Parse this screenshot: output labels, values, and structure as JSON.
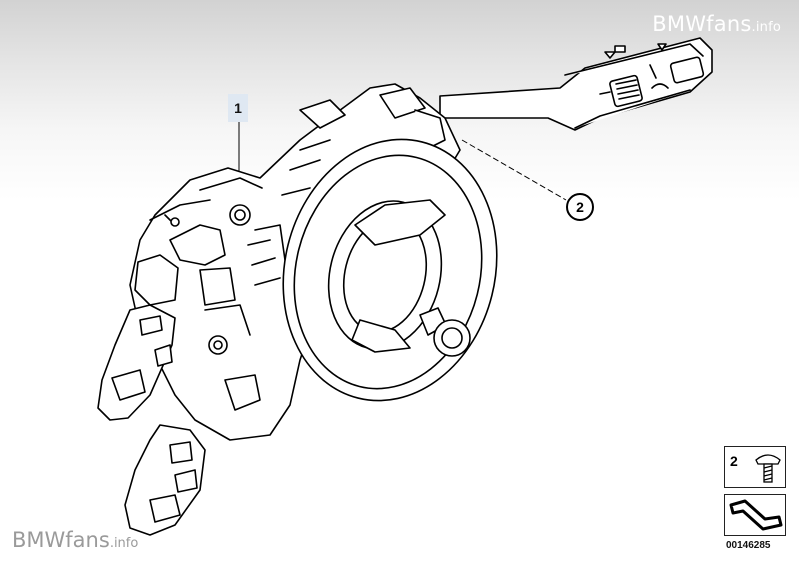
{
  "watermark_top": {
    "brand": "BMWfans",
    "suffix": ".info"
  },
  "watermark_bottom": {
    "brand": "BMWfans",
    "suffix": ".info"
  },
  "part_label_1": "1",
  "callout_2": "2",
  "legend": {
    "number": "2",
    "part": "screw-icon"
  },
  "symbol": "bent-arrow-icon",
  "reference_number": "00146285",
  "colors": {
    "line": "#000000",
    "label_bg": "#dfe8f2",
    "header_gray": "#d2d2d2",
    "watermark_bottom": "#9a9a9a"
  }
}
